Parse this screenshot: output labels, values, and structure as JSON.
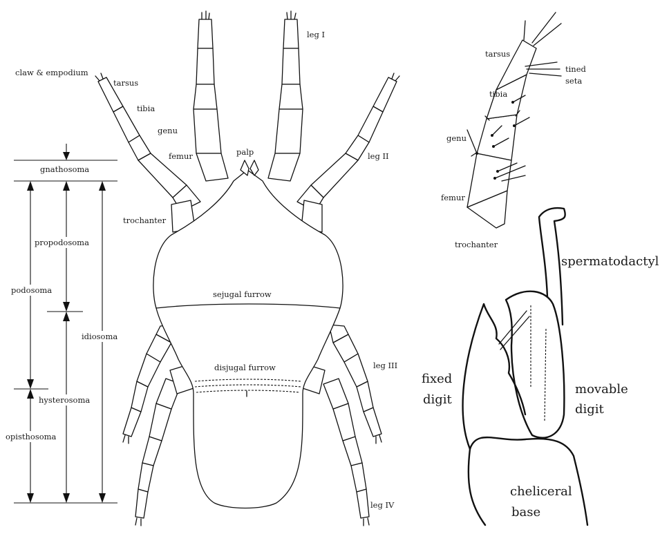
{
  "labels": {
    "claw_empodium": "claw & empodium",
    "tarsus_main": "tarsus",
    "tibia_main": "tibia",
    "genu_main": "genu",
    "femur_main": "femur",
    "trochanter_main": "trochanter",
    "palp": "palp",
    "leg_i": "leg I",
    "leg_ii": "leg II",
    "leg_iii": "leg III",
    "leg_iv": "leg IV",
    "sejugal_furrow": "sejugal furrow",
    "disjugal_furrow": "disjugal furrow",
    "gnathosoma": "gnathosoma",
    "propodosoma": "propodosoma",
    "podosoma": "podosoma",
    "idiosoma": "idiosoma",
    "hysterosoma": "hysterosoma",
    "opisthosoma": "opisthosoma",
    "tarsus_detail": "tarsus",
    "tibia_detail": "tibia",
    "genu_detail": "genu",
    "femur_detail": "femur",
    "trochanter_detail": "trochanter",
    "tined_seta_1": "tined",
    "tined_seta_2": "seta",
    "spermatodactyl": "spermatodactyl",
    "fixed_digit_1": "fixed",
    "fixed_digit_2": "digit",
    "movable_digit_1": "movable",
    "movable_digit_2": "digit",
    "cheliceral_base_1": "cheliceral",
    "cheliceral_base_2": "base"
  }
}
